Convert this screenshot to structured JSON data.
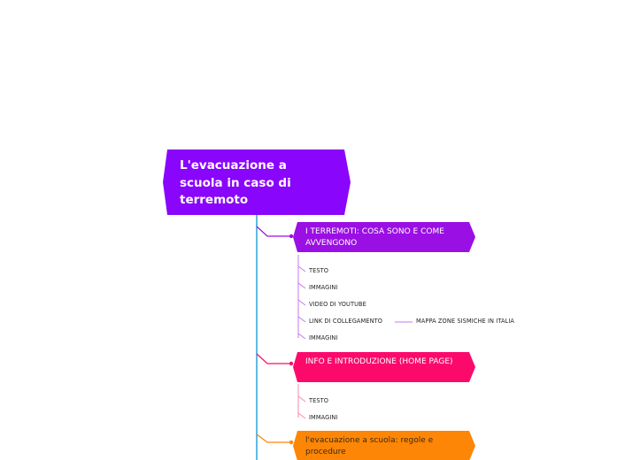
{
  "colors": {
    "root": "#8a05fb",
    "trunk": "#1aa0d6",
    "branch1": "#9a0fe3",
    "branch1_leaf": "#c27be9",
    "branch2": "#fb0a6c",
    "branch2_leaf": "#f48ab5",
    "branch3": "#fd8607"
  },
  "root": {
    "title": "L'evacuazione a scuola in caso di terremoto"
  },
  "topics": [
    {
      "title": "I TERREMOTI: COSA SONO E COME AVVENGONO",
      "children": [
        {
          "label": "TESTO"
        },
        {
          "label": "IMMAGINI"
        },
        {
          "label": "VIDEO DI YOUTUBE"
        },
        {
          "label": "LINK DI COLLEGAMENTO",
          "child": "MAPPA ZONE SISMICHE IN ITALIA"
        },
        {
          "label": "IMMAGINI"
        }
      ]
    },
    {
      "title": "INFO E INTRODUZIONE (HOME PAGE)",
      "children": [
        {
          "label": "TESTO"
        },
        {
          "label": "IMMAGINI"
        }
      ]
    },
    {
      "title": "l'evacuazione a scuola: regole e procedure",
      "children": []
    }
  ]
}
